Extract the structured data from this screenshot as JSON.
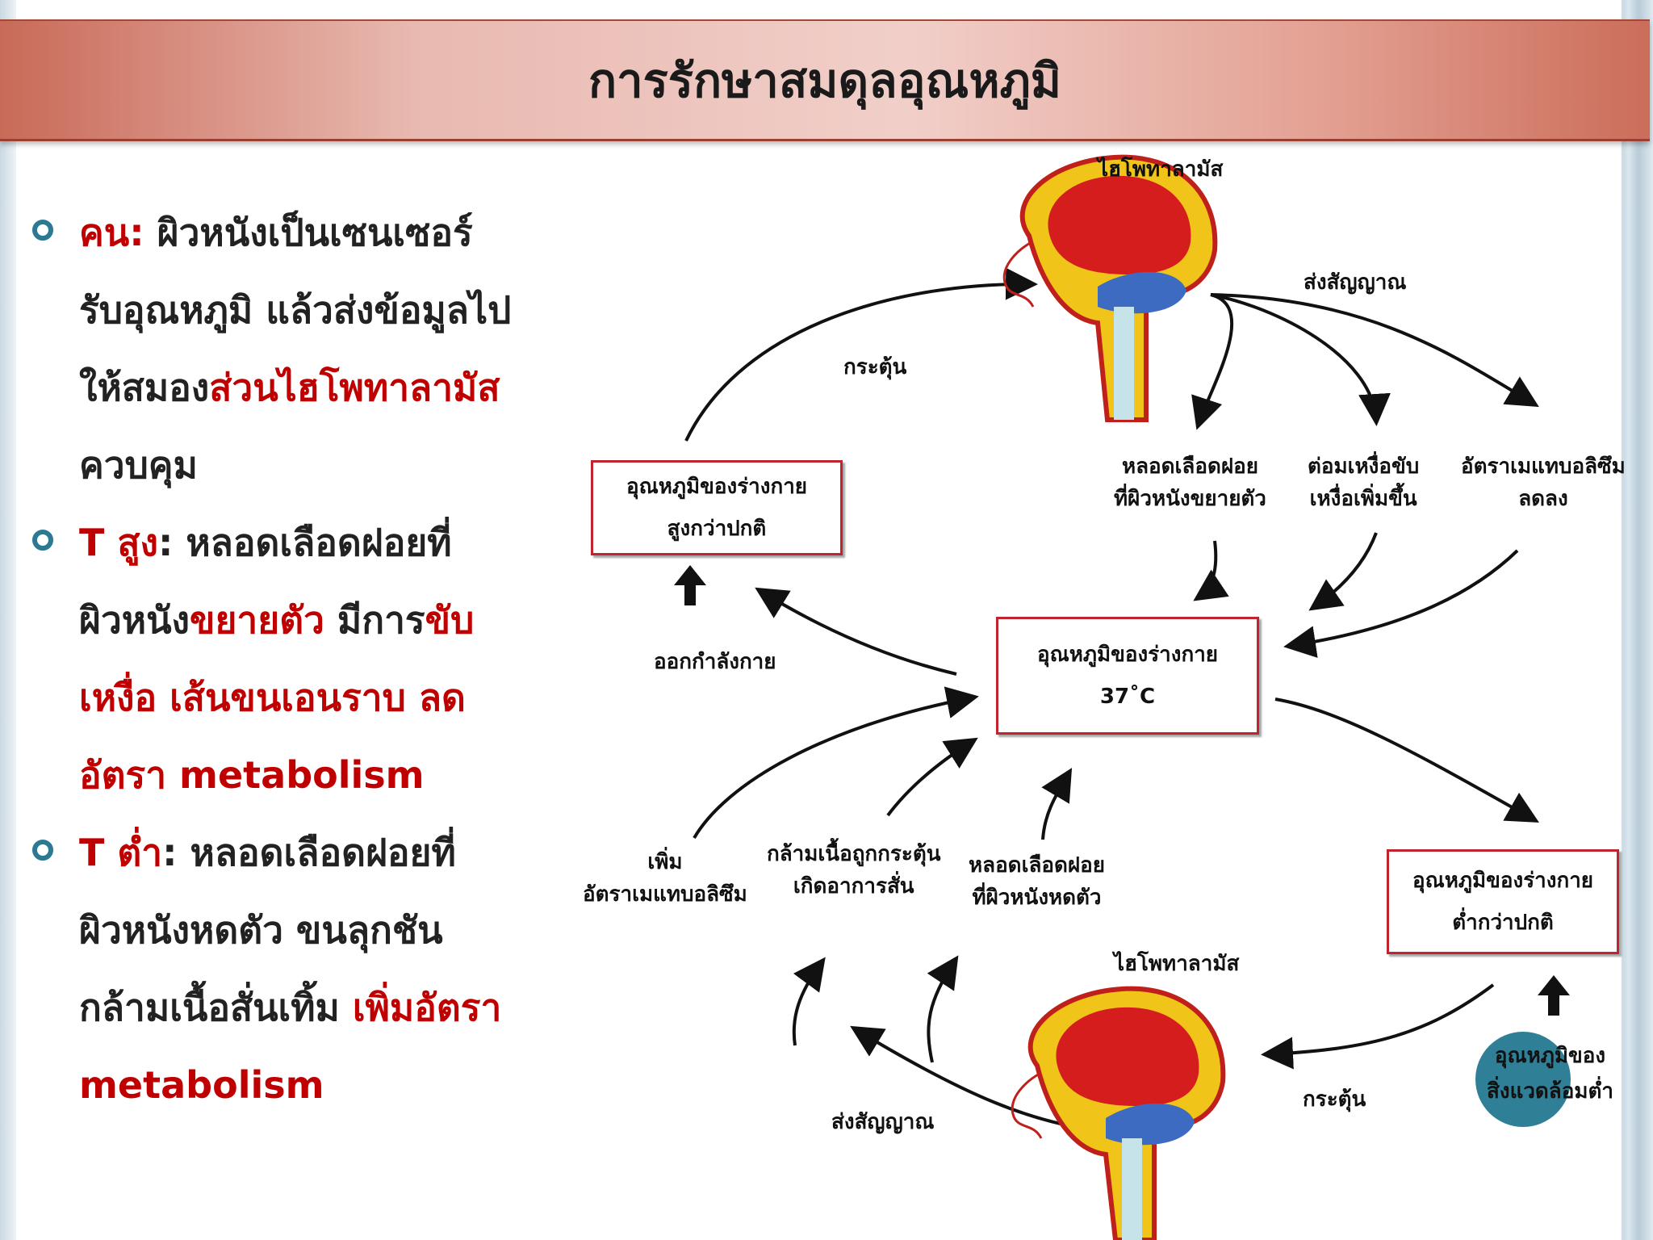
{
  "title": "การรักษาสมดุลอุณหภูมิ",
  "bullets": [
    {
      "label": "คน:",
      "lines": [
        "ผิวหนังเป็นเซนเซอร์",
        "รับอุณหภูมิ แล้วส่งข้อมูลไป",
        "ให้สมอง",
        "ส่วนไฮโพทาลามัส",
        "ควบคุม"
      ]
    },
    {
      "label": "T สูง",
      "lines": [
        ": หลอดเลือดฝอยที่",
        "ผิวหนัง",
        "ขยายตัว",
        " มีการ",
        "ขับ",
        "เหงื่อ เส้นขนเอนราบ ลด",
        "อัตรา metabolism"
      ]
    },
    {
      "label": "T ต่ำ",
      "lines": [
        ": หลอดเลือดฝอยที่",
        "ผิวหนังหดตัว ขนลุกชัน",
        "กล้ามเนื้อสั่นเทิ้ม ",
        "เพิ่มอัตรา",
        "metabolism"
      ]
    }
  ],
  "diagram": {
    "top_brain_label": "ไฮโพทาลามัส",
    "send_signal_top": "ส่งสัญญาณ",
    "stimulate_top": "กระตุ้น",
    "box_high": [
      "อุณหภูมิของร่างกาย",
      "สูงกว่าปกติ"
    ],
    "exercise": "ออกกำลังกาย",
    "resp_high": [
      [
        "หลอดเลือดฝอย",
        "ที่ผิวหนังขยายตัว"
      ],
      [
        "ต่อมเหงื่อขับ",
        "เหงื่อเพิ่มขึ้น"
      ],
      [
        "อัตราเมแทบอลิซึม",
        "ลดลง"
      ]
    ],
    "box_center": [
      "อุณหภูมิของร่างกาย",
      "37˚C"
    ],
    "resp_low": [
      [
        "เพิ่ม",
        "อัตราเมแทบอลิซึม"
      ],
      [
        "กล้ามเนื้อถูกกระตุ้น",
        "เกิดอาการสั่น"
      ],
      [
        "หลอดเลือดฝอย",
        "ที่ผิวหนังหดตัว"
      ]
    ],
    "bottom_brain_label": "ไฮโพทาลามัส",
    "box_low": [
      "อุณหภูมิของร่างกาย",
      "ต่ำกว่าปกติ"
    ],
    "env_low": [
      "อุณหภูมิของ",
      "สิ่งแวดล้อมต่ำ"
    ],
    "stimulate_bottom": "กระตุ้น",
    "send_signal_bottom": "ส่งสัญญาณ"
  }
}
